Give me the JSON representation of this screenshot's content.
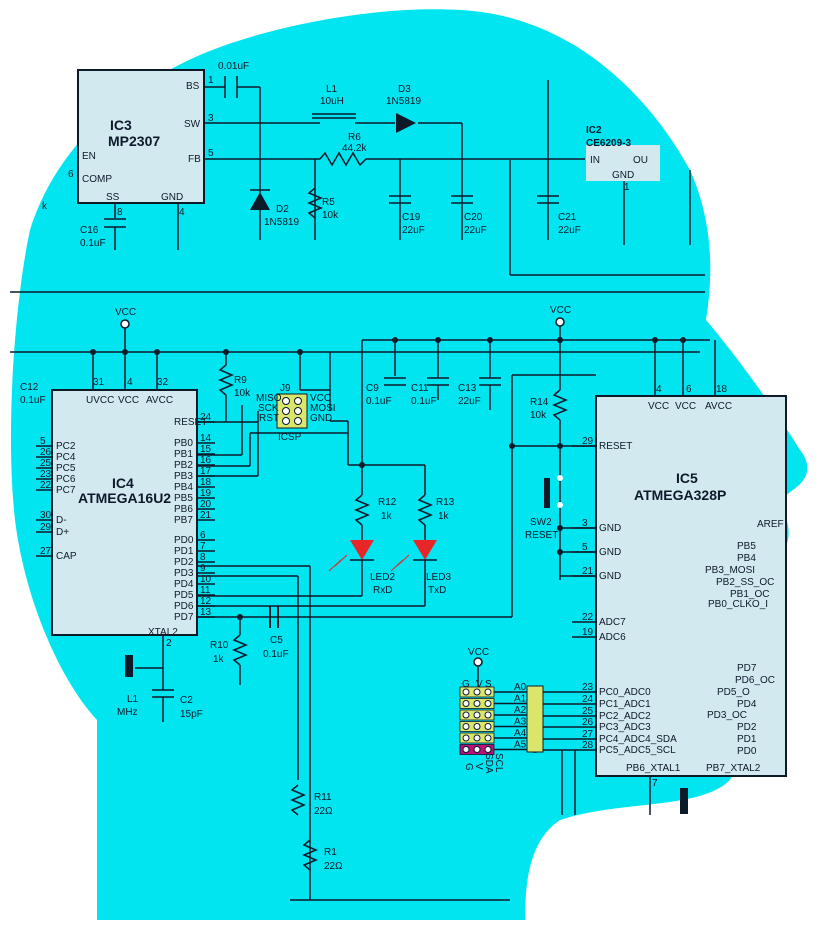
{
  "colors": {
    "background": "#00e5f0",
    "wire": "#0d1a2a",
    "chip_fill": "#d3e9f0",
    "led": "#e8262a",
    "header": "#d9e66b",
    "header_pink": "#b8127a"
  },
  "ic3": {
    "ref": "IC3",
    "part": "MP2307",
    "pins": {
      "bs": "BS",
      "sw": "SW",
      "fb": "FB",
      "en": "EN",
      "comp": "COMP",
      "ss": "SS",
      "gnd": "GND"
    },
    "nums": {
      "n1": "1",
      "n3": "3",
      "n5": "5",
      "n6": "6",
      "n8": "8",
      "n4": "4"
    }
  },
  "ic2": {
    "ref": "IC2",
    "part": "CE6209-3",
    "pin_in": "IN",
    "pin_out": "OU",
    "pin_gnd": "GND",
    "num1": "1"
  },
  "ic4": {
    "ref": "IC4",
    "part": "ATMEGA16U2",
    "left_pins": [
      "PC2",
      "PC4",
      "PC5",
      "PC6",
      "PC7",
      "D-",
      "D+",
      "CAP"
    ],
    "left_nums": [
      "5",
      "26",
      "25",
      "23",
      "22",
      "30",
      "29",
      "27"
    ],
    "right_pins": [
      "RESET",
      "PB0",
      "PB1",
      "PB2",
      "PB3",
      "PB4",
      "PB5",
      "PB6",
      "PB7",
      "PD0",
      "PD1",
      "PD2",
      "PD3",
      "PD4",
      "PD5",
      "PD6",
      "PD7",
      "XTAL2"
    ],
    "right_nums": [
      "24",
      "14",
      "15",
      "16",
      "17",
      "18",
      "19",
      "20",
      "21",
      "6",
      "7",
      "8",
      "9",
      "10",
      "11",
      "12",
      "13",
      "2"
    ],
    "top_pins": [
      "UVCC",
      "VCC",
      "AVCC"
    ],
    "top_nums": [
      "31",
      "4",
      "32"
    ]
  },
  "ic5": {
    "ref": "IC5",
    "part": "ATMEGA328P",
    "left_pins": [
      "RESET",
      "GND",
      "GND",
      "GND",
      "ADC7",
      "ADC6",
      "PC0_ADC0",
      "PC1_ADC1",
      "PC2_ADC2",
      "PC3_ADC3",
      "PC4_ADC4_SDA",
      "PC5_ADC5_SCL"
    ],
    "left_nums": [
      "29",
      "3",
      "5",
      "21",
      "22",
      "19",
      "23",
      "24",
      "25",
      "26",
      "27",
      "28"
    ],
    "top_pins": [
      "VCC",
      "VCC",
      "AVCC"
    ],
    "top_nums": [
      "4",
      "6",
      "18"
    ],
    "right_pins": [
      "AREF",
      "PB5",
      "PB4",
      "PB3_MOSI",
      "PB2_SS_OC",
      "PB1_OC",
      "PB0_CLKO_I",
      "PD7",
      "PD6_OC",
      "PD5_O",
      "PD4",
      "PD3_OC",
      "PD2",
      "PD1",
      "PD0"
    ],
    "bottom_pins": [
      "PB6_XTAL1",
      "PB7_XTAL2"
    ],
    "bottom_num": "7"
  },
  "parts": {
    "c_top": "0.01uF",
    "l1": "L1",
    "l1v": "10uH",
    "d3": "D3",
    "d3v": "1N5819",
    "r6": "R6",
    "r6v": "44.2k",
    "d2": "D2",
    "d2v": "1N5819",
    "r5": "R5",
    "r5v": "10k",
    "c19": "C19",
    "c19v": "22uF",
    "c20": "C20",
    "c20v": "22uF",
    "c21": "C21",
    "c21v": "22uF",
    "c16": "C16",
    "c16v": "0.1uF",
    "k": "k",
    "vcc": "VCC",
    "c12": "C12",
    "c12v": "0.1uF",
    "r9": "R9",
    "r9v": "10k",
    "j9": "J9",
    "j9l": [
      "MISO",
      "SCK",
      "RST"
    ],
    "j9r": [
      "VCC",
      "MOSI",
      "GND"
    ],
    "icsp": "ICSP",
    "c9": "C9",
    "c9v": "0.1uF",
    "c11": "C11",
    "c11v": "0.1uF",
    "c13": "C13",
    "c13v": "22uF",
    "r14": "R14",
    "r14v": "10k",
    "r12": "R12",
    "r12v": "1k",
    "r13": "R13",
    "r13v": "1k",
    "led2": "LED2",
    "led2v": "RxD",
    "led3": "LED3",
    "led3v": "TxD",
    "sw2": "SW2",
    "sw2v": "RESET",
    "r10": "R10",
    "r10v": "1k",
    "c5": "C5",
    "c5v": "0.1uF",
    "c2": "C2",
    "c2v": "15pF",
    "x1": "L1",
    "x1v": "MHz",
    "r11": "R11",
    "r11v": "22Ω",
    "r1": "R1",
    "r1v": "22Ω",
    "hdr_top": [
      "G",
      "V",
      "S"
    ],
    "hdr_bot": [
      "G",
      "V",
      "SDA",
      "SCL"
    ],
    "hdr_a": [
      "A0",
      "A1",
      "A2",
      "A3",
      "A4",
      "A5"
    ]
  }
}
